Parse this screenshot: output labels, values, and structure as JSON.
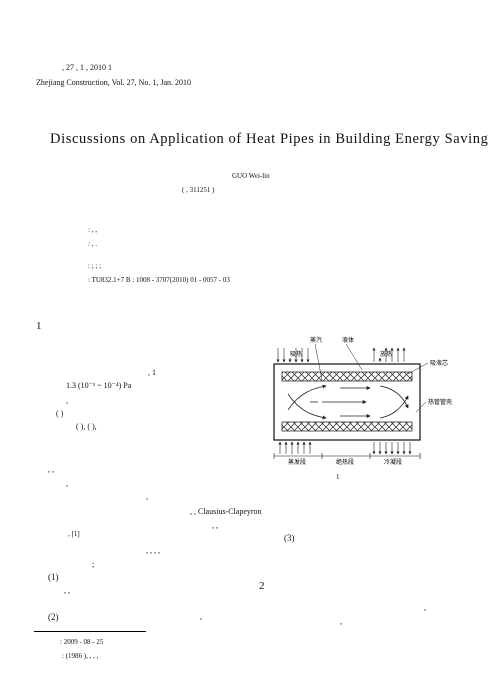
{
  "header": {
    "journal_cn_line": ",   27   ,   1   , 2010    1",
    "journal_en_line": "Zhejiang Construction, Vol. 27, No. 1, Jan. 2010"
  },
  "article": {
    "title": "Discussions on Application of Heat Pipes in Building Energy Saving",
    "author": "GUO Wei-lin",
    "affiliation": "(                          ,           311251 )",
    "abstract_line1": ":                                                               ,                                               ,",
    "abstract_line2": ":                                 ,                                                                               .",
    "keywords_line": ":     ;       ;       ;",
    "classification_line": ": TU832.1+7                         B                    : 1008 - 3707(2010) 01 - 0057 - 03"
  },
  "body": {
    "section1_number": "1",
    "p1": ",       1",
    "p2": "1.3  (10⁻¹ ~ 10⁻⁴) Pa",
    "p3": ",",
    "p4": "(                              )",
    "p5": "(           ),                  (           ),",
    "p6": ",                                         ,",
    "p7": ",",
    "p8": ",",
    "p9": ",                              ,              Clausius-Clapeyron",
    "p10": ",                 ,",
    "p11": ",                               [1]",
    "p12": ",                   ,                ,                                                             ,",
    "p13": ";",
    "item1": "(1)",
    "item1_text": ",                                              ,",
    "item2": "(2)",
    "item2_text": ",",
    "item3": "(3)",
    "section2_number": "2",
    "p14": ",",
    "p15": ","
  },
  "figure": {
    "label_steam": "蒸汽",
    "label_liquid": "液体",
    "label_absorb": "吸热",
    "label_release": "放热",
    "label_wick": "吸液芯",
    "label_shell": "热管管壳",
    "label_evap": "蒸发段",
    "label_insul": "绝热段",
    "label_cond": "冷凝段",
    "caption": "1"
  },
  "footnote": {
    "received": ": 2009 - 08 - 25",
    "author_info": ":      (1986   ),      ,              ,              ,"
  }
}
